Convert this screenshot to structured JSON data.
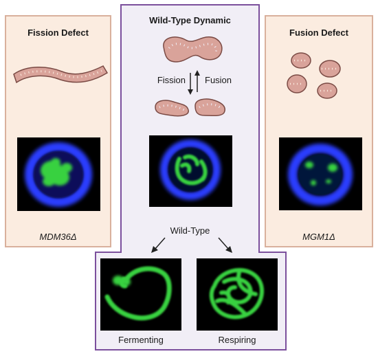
{
  "left": {
    "title": "Fission Defect",
    "strain": "MDM36Δ"
  },
  "center": {
    "title": "Wild-Type Dynamic",
    "fission_label": "Fission",
    "fusion_label": "Fusion",
    "wildtype_label": "Wild-Type"
  },
  "right": {
    "title": "Fusion Defect",
    "strain": "MGM1Δ"
  },
  "bottom": {
    "fermenting_label": "Fermenting",
    "respiring_label": "Respiring"
  },
  "colors": {
    "panel_peach": "#fbece0",
    "panel_lavender": "#f1eef6",
    "purple_border": "#7b4f9c",
    "mito_fill": "#d9a39a",
    "mito_stroke": "#7a4a44",
    "gfp_green": "#39d13f",
    "membrane_blue": "#2a3cff"
  }
}
